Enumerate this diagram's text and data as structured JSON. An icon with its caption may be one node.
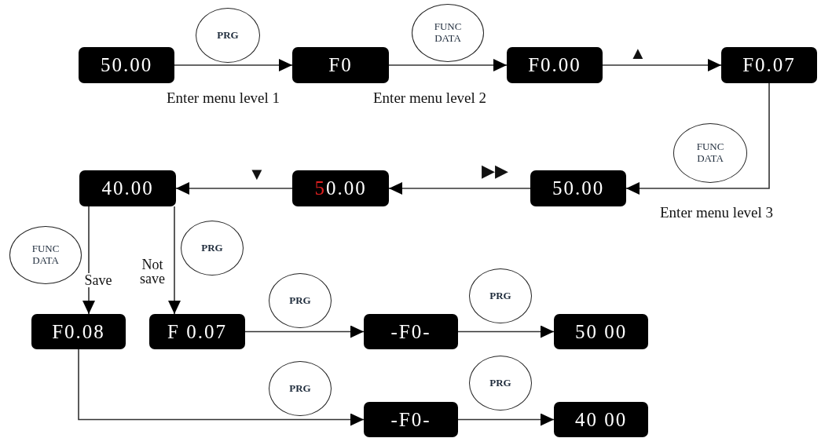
{
  "diagram": {
    "nodes": [
      {
        "text": [
          "50.00"
        ]
      },
      {
        "text": [
          "PRG"
        ]
      },
      {
        "text": [
          "F0"
        ]
      },
      {
        "text": [
          "FUNC DATA"
        ]
      },
      {
        "text": [
          "F0.00"
        ]
      },
      {
        "text": [
          "F0.07"
        ]
      },
      {
        "text": [
          "FUNC DATA"
        ]
      },
      {
        "text": [
          "40.00"
        ]
      },
      {
        "text": [
          "50.00"
        ]
      },
      {
        "text": [
          "50.00"
        ]
      },
      {
        "text": [
          "FUNC DATA"
        ]
      },
      {
        "text": [
          "PRG"
        ]
      },
      {
        "text": [
          "F0.08"
        ]
      },
      {
        "text": [
          "F 0.07"
        ]
      },
      {
        "text": [
          "PRG"
        ]
      },
      {
        "text": [
          "-F0-"
        ]
      },
      {
        "text": [
          "PRG"
        ]
      },
      {
        "text": [
          "50 00"
        ]
      },
      {
        "text": [
          "PRG"
        ]
      },
      {
        "text": [
          "-F0-"
        ]
      },
      {
        "text": [
          "PRG"
        ]
      },
      {
        "text": [
          "40 00"
        ]
      }
    ],
    "edges": [
      {
        "from": 0,
        "to": 2,
        "arrow": "to"
      },
      {
        "from": 2,
        "to": 4,
        "arrow": "to"
      },
      {
        "from": 4,
        "to": 5,
        "arrow": "to",
        "label": "▲"
      },
      {
        "from": 5,
        "to": 9,
        "arrow": "to"
      },
      {
        "from": 9,
        "to": 8,
        "arrow": "to",
        "label": "▶▶"
      },
      {
        "from": 8,
        "to": 7,
        "arrow": "to",
        "label": "▼"
      },
      {
        "from": 7,
        "to": 12,
        "arrow": "to",
        "label": "Save"
      },
      {
        "from": 7,
        "to": 13,
        "arrow": "to",
        "label": "Not save"
      },
      {
        "from": 13,
        "to": 15,
        "arrow": "to"
      },
      {
        "from": 15,
        "to": 17,
        "arrow": "to"
      },
      {
        "from": 12,
        "to": 19,
        "arrow": "to"
      },
      {
        "from": 19,
        "to": 21,
        "arrow": "to"
      }
    ],
    "labels": [
      "Enter menu level 1",
      "Enter menu level 2",
      "Enter menu level 3"
    ]
  }
}
